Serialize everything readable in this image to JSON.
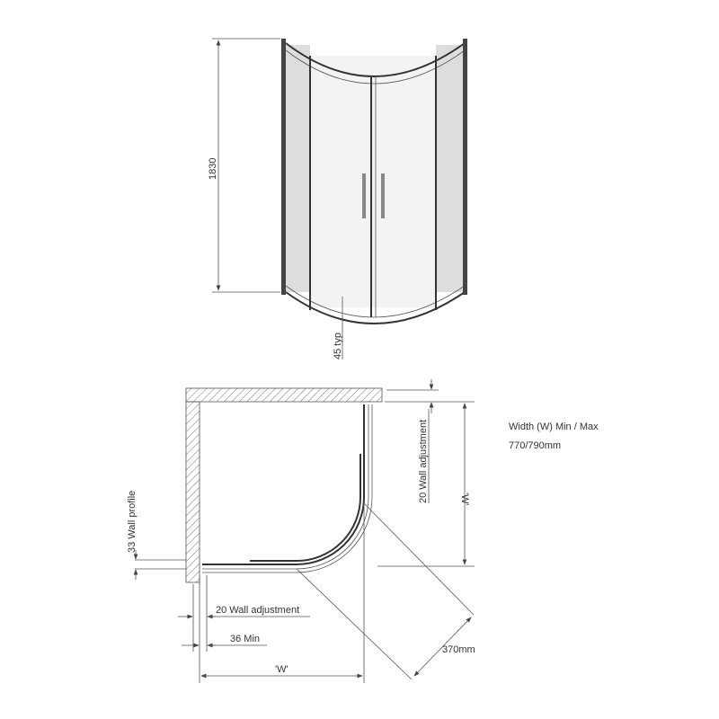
{
  "elevation": {
    "height_label": "1830",
    "typ_label": "45 typ"
  },
  "plan": {
    "wall_adjustment_side": "20 Wall adjustment",
    "w_side": "'W'",
    "wall_profile": "33 Wall profile",
    "wall_adjustment_bottom": "20 Wall adjustment",
    "min_label": "36 Min",
    "w_bottom": "'W'",
    "door_opening": "370mm"
  },
  "spec": {
    "title": "Width (W) Min / Max",
    "value": "770/790mm"
  }
}
